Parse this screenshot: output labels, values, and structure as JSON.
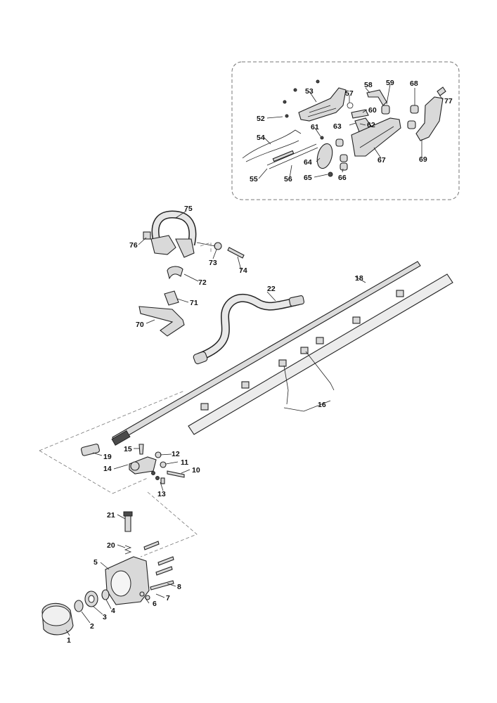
{
  "callouts": [
    {
      "id": "c1",
      "text": "1"
    },
    {
      "id": "c2",
      "text": "2"
    },
    {
      "id": "c3",
      "text": "3"
    },
    {
      "id": "c4",
      "text": "4"
    },
    {
      "id": "c5",
      "text": "5"
    },
    {
      "id": "c6",
      "text": "6"
    },
    {
      "id": "c7",
      "text": "7"
    },
    {
      "id": "c8",
      "text": "8"
    },
    {
      "id": "c10",
      "text": "10"
    },
    {
      "id": "c11",
      "text": "11"
    },
    {
      "id": "c12",
      "text": "12"
    },
    {
      "id": "c13",
      "text": "13"
    },
    {
      "id": "c14",
      "text": "14"
    },
    {
      "id": "c15",
      "text": "15"
    },
    {
      "id": "c16",
      "text": "16"
    },
    {
      "id": "c18",
      "text": "18"
    },
    {
      "id": "c19",
      "text": "19"
    },
    {
      "id": "c20",
      "text": "20"
    },
    {
      "id": "c21",
      "text": "21"
    },
    {
      "id": "c22",
      "text": "22"
    },
    {
      "id": "c52",
      "text": "52"
    },
    {
      "id": "c53",
      "text": "53"
    },
    {
      "id": "c54",
      "text": "54"
    },
    {
      "id": "c55",
      "text": "55"
    },
    {
      "id": "c56",
      "text": "56"
    },
    {
      "id": "c57",
      "text": "57"
    },
    {
      "id": "c58",
      "text": "58"
    },
    {
      "id": "c59",
      "text": "59"
    },
    {
      "id": "c60",
      "text": "60"
    },
    {
      "id": "c61",
      "text": "61"
    },
    {
      "id": "c62",
      "text": "62"
    },
    {
      "id": "c63",
      "text": "63"
    },
    {
      "id": "c64",
      "text": "64"
    },
    {
      "id": "c65",
      "text": "65"
    },
    {
      "id": "c66",
      "text": "66"
    },
    {
      "id": "c67",
      "text": "67"
    },
    {
      "id": "c68",
      "text": "68"
    },
    {
      "id": "c69",
      "text": "69"
    },
    {
      "id": "c70",
      "text": "70"
    },
    {
      "id": "c71",
      "text": "71"
    },
    {
      "id": "c72",
      "text": "72"
    },
    {
      "id": "c73",
      "text": "73"
    },
    {
      "id": "c74",
      "text": "74"
    },
    {
      "id": "c75",
      "text": "75"
    },
    {
      "id": "c76",
      "text": "76"
    },
    {
      "id": "c77",
      "text": "77"
    }
  ]
}
